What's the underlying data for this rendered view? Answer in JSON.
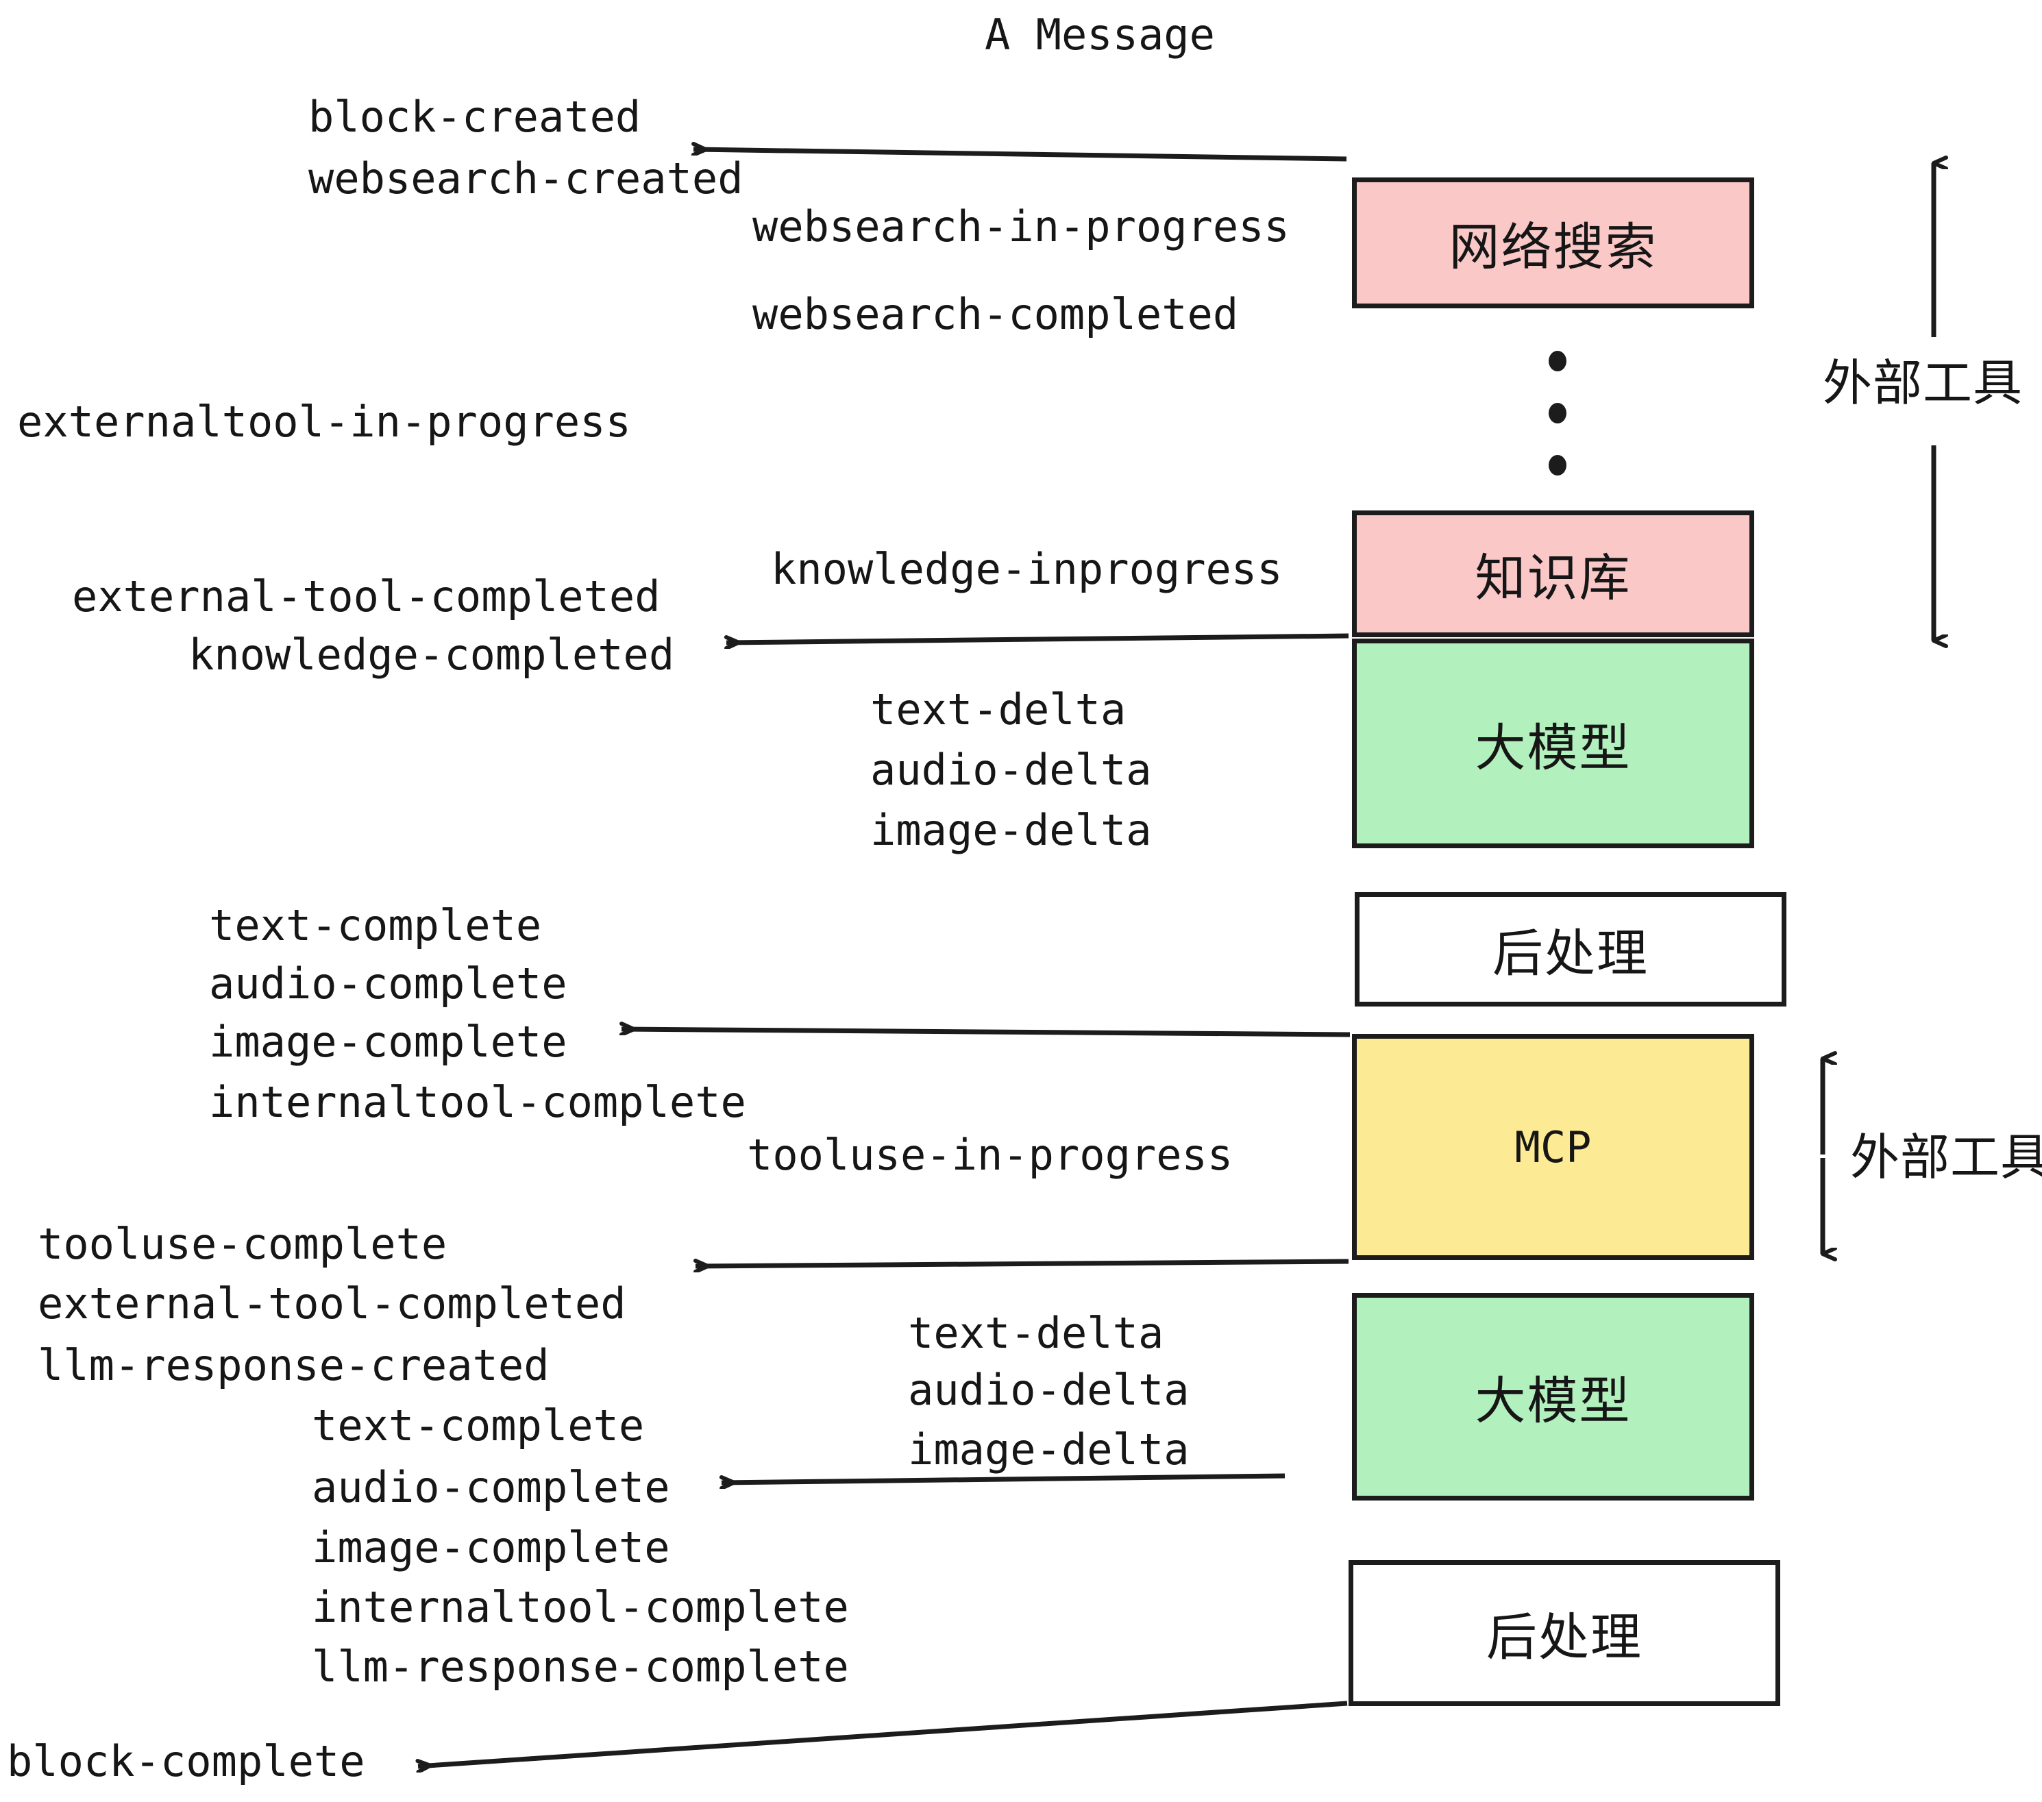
{
  "diagram": {
    "title": "A Message",
    "colors": {
      "pink": "#FBC8C8",
      "green": "#B2F0BE",
      "yellow": "#FDEA95",
      "white": "#FFFFFF",
      "stroke": "#1C1C1C",
      "text": "#161616"
    },
    "nodes": [
      {
        "id": "websearch",
        "label": "网络搜索",
        "fill": "#FBC8C8",
        "mono": false
      },
      {
        "id": "knowledge",
        "label": "知识库",
        "fill": "#FBC8C8",
        "mono": false
      },
      {
        "id": "llm-top",
        "label": "大模型",
        "fill": "#B2F0BE",
        "mono": false
      },
      {
        "id": "postprocess-top",
        "label": "后处理",
        "fill": "#FFFFFF",
        "mono": false
      },
      {
        "id": "mcp",
        "label": "MCP",
        "fill": "#FDEA95",
        "mono": true
      },
      {
        "id": "llm-bottom",
        "label": "大模型",
        "fill": "#B2F0BE",
        "mono": false
      },
      {
        "id": "postprocess-bottom",
        "label": "后处理",
        "fill": "#FFFFFF",
        "mono": false
      }
    ],
    "group_labels": [
      {
        "id": "external-tools-top",
        "label": "外部工具"
      },
      {
        "id": "external-tools-bottom",
        "label": "外部工具"
      }
    ],
    "events": [
      {
        "id": "block-created",
        "label": "block-created"
      },
      {
        "id": "websearch-created",
        "label": "websearch-created"
      },
      {
        "id": "websearch-in-progress",
        "label": "websearch-in-progress"
      },
      {
        "id": "websearch-completed",
        "label": "websearch-completed"
      },
      {
        "id": "externaltool-in-progress",
        "label": "externaltool-in-progress"
      },
      {
        "id": "knowledge-inprogress",
        "label": "knowledge-inprogress"
      },
      {
        "id": "external-tool-completed-1",
        "label": "external-tool-completed"
      },
      {
        "id": "knowledge-completed",
        "label": "knowledge-completed"
      },
      {
        "id": "text-delta-1",
        "label": "text-delta"
      },
      {
        "id": "audio-delta-1",
        "label": "audio-delta"
      },
      {
        "id": "image-delta-1",
        "label": "image-delta"
      },
      {
        "id": "text-complete-1",
        "label": "text-complete"
      },
      {
        "id": "audio-complete-1",
        "label": "audio-complete"
      },
      {
        "id": "image-complete-1",
        "label": "image-complete"
      },
      {
        "id": "internaltool-complete-1",
        "label": "internaltool-complete"
      },
      {
        "id": "tooluse-in-progress",
        "label": "tooluse-in-progress"
      },
      {
        "id": "tooluse-complete",
        "label": "tooluse-complete"
      },
      {
        "id": "external-tool-completed-2",
        "label": "external-tool-completed"
      },
      {
        "id": "llm-response-created",
        "label": "llm-response-created"
      },
      {
        "id": "text-delta-2",
        "label": "text-delta"
      },
      {
        "id": "audio-delta-2",
        "label": "audio-delta"
      },
      {
        "id": "image-delta-2",
        "label": "image-delta"
      },
      {
        "id": "text-complete-2",
        "label": "text-complete"
      },
      {
        "id": "audio-complete-2",
        "label": "audio-complete"
      },
      {
        "id": "image-complete-2",
        "label": "image-complete"
      },
      {
        "id": "internaltool-complete-2",
        "label": "internaltool-complete"
      },
      {
        "id": "llm-response-complete",
        "label": "llm-response-complete"
      },
      {
        "id": "block-complete",
        "label": "block-complete"
      }
    ]
  }
}
